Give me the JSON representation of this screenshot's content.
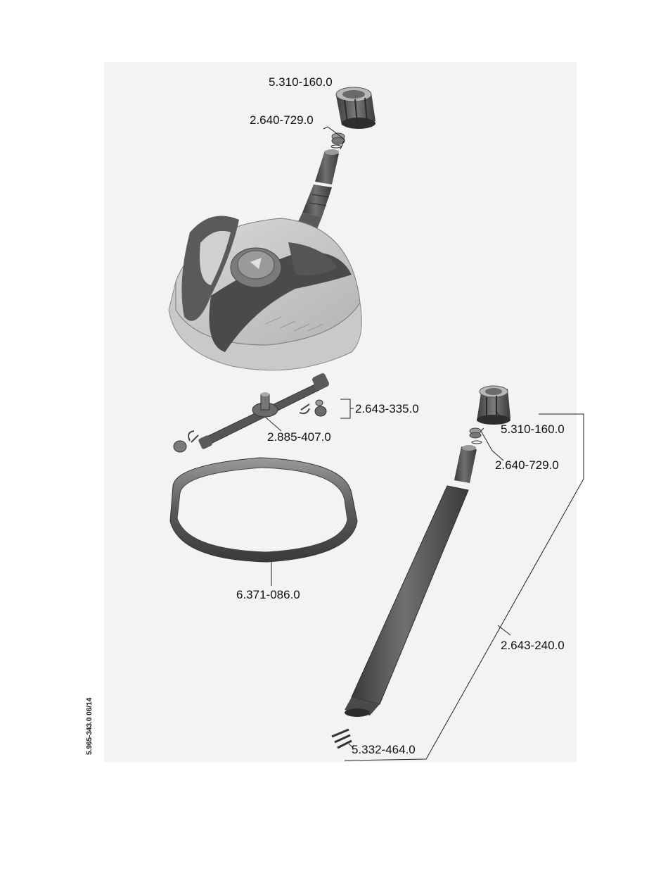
{
  "title": "",
  "document_code": "5.965-343.0 06/14",
  "colors": {
    "background": "#ffffff",
    "panel": "#f3f3f3",
    "part_dark": "#4a4a4a",
    "part_mid": "#8a8a8a",
    "part_light": "#d6d6d6",
    "line": "#222222"
  },
  "parts": [
    {
      "id": "p1",
      "number": "5.310-160.0",
      "part": "top union nut"
    },
    {
      "id": "p2",
      "number": "2.640-729.0",
      "part": "top o-ring set"
    },
    {
      "id": "p3",
      "number": "2.643-335.0",
      "part": "nozzle set"
    },
    {
      "id": "p4",
      "number": "2.885-407.0",
      "part": "rotor arm"
    },
    {
      "id": "p5",
      "number": "6.371-086.0",
      "part": "brush ring"
    },
    {
      "id": "p6",
      "number": "5.310-160.0",
      "part": "lance union nut"
    },
    {
      "id": "p7",
      "number": "2.640-729.0",
      "part": "lance o-ring set"
    },
    {
      "id": "p8",
      "number": "2.643-240.0",
      "part": "extension lance"
    },
    {
      "id": "p9",
      "number": "5.332-464.0",
      "part": "lance end seal"
    }
  ]
}
